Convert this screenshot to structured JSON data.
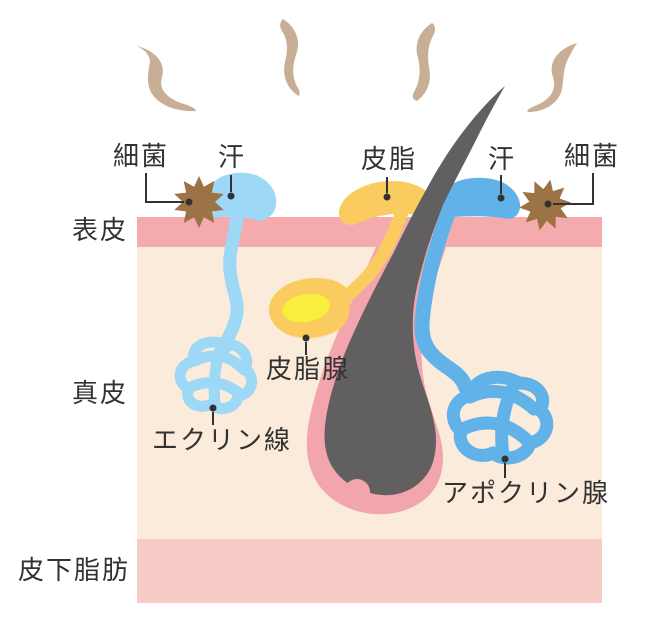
{
  "diagram": {
    "description": "skin-cross-section-sweat-gland-diagram",
    "labels": {
      "bacteria_left": "細菌",
      "sweat_left": "汗",
      "sebum": "皮脂",
      "sweat_right": "汗",
      "bacteria_right": "細菌",
      "epidermis": "表皮",
      "dermis": "真皮",
      "subcutaneous_fat": "皮下脂肪",
      "sebaceous_gland": "皮脂腺",
      "eccrine_gland": "エクリン線",
      "apocrine_gland": "アポクリン腺"
    },
    "colors": {
      "epidermis_band": "#F5ABAD",
      "dermis": "#FBEBDA",
      "subcutaneous": "#F8CCC6",
      "hair": "#625F60",
      "follicle_sheath": "#F2A5AC",
      "sebum_yellow": "#FACB5F",
      "sebum_inner": "#F9ED3E",
      "eccrine_blue": "#9DD8F7",
      "apocrine_blue": "#62B2EA",
      "bacteria_brown": "#9B7345",
      "steam": "#C7AE95",
      "pointer": "#323232"
    }
  }
}
